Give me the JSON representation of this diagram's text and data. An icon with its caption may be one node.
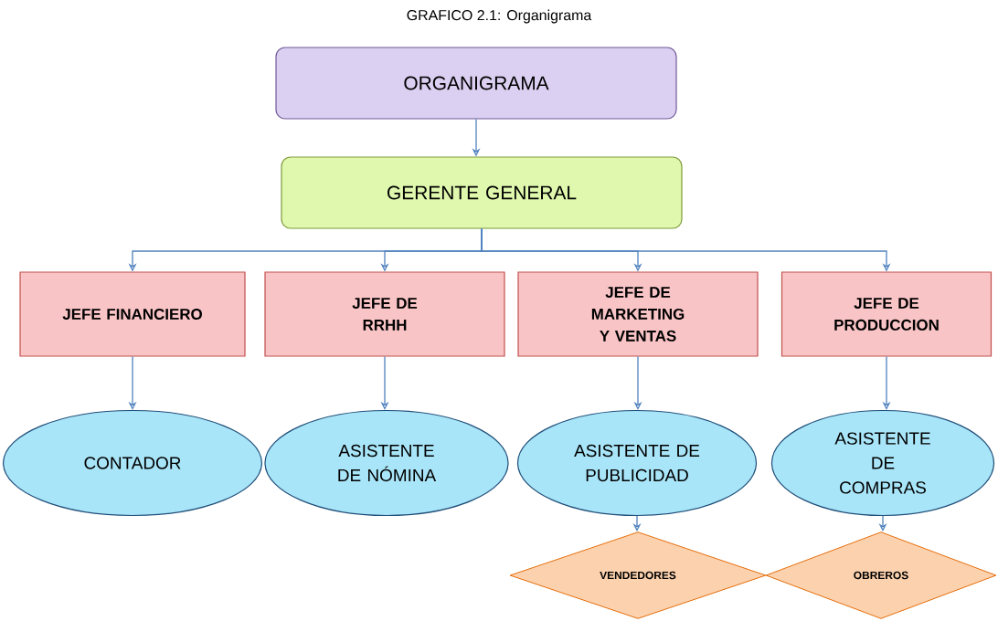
{
  "diagram": {
    "title": "GRAFICO 2.1: Organigrama",
    "nodes": [
      {
        "text": [
          "ORGANIGRAMA"
        ]
      },
      {
        "text": [
          "GERENTE GENERAL"
        ]
      },
      {
        "text": [
          "JEFE FINANCIERO"
        ]
      },
      {
        "text": [
          "JEFE DE RRHH"
        ]
      },
      {
        "text": [
          "JEFE DE MARKETING Y VENTAS"
        ]
      },
      {
        "text": [
          "JEFE DE PRODUCCION"
        ]
      },
      {
        "text": [
          "CONTADOR"
        ]
      },
      {
        "text": [
          "ASISTENTE DE NÓMINA"
        ]
      },
      {
        "text": [
          "ASISTENTE DE PUBLICIDAD"
        ]
      },
      {
        "text": [
          "ASISTENTE DE COMPRAS"
        ]
      },
      {
        "text": [
          "VENDEDORES"
        ]
      },
      {
        "text": [
          "OBREROS"
        ]
      }
    ],
    "edges": [
      {
        "from": 0,
        "to": 1,
        "arrow": "to"
      },
      {
        "from": 1,
        "to": 2,
        "arrow": "to"
      },
      {
        "from": 1,
        "to": 3,
        "arrow": "to"
      },
      {
        "from": 1,
        "to": 4,
        "arrow": "to"
      },
      {
        "from": 1,
        "to": 5,
        "arrow": "to"
      },
      {
        "from": 2,
        "to": 6,
        "arrow": "to"
      },
      {
        "from": 3,
        "to": 7,
        "arrow": "to"
      },
      {
        "from": 4,
        "to": 8,
        "arrow": "to"
      },
      {
        "from": 5,
        "to": 9,
        "arrow": "to"
      },
      {
        "from": 8,
        "to": 10,
        "arrow": "to"
      },
      {
        "from": 9,
        "to": 11,
        "arrow": "to"
      }
    ]
  }
}
